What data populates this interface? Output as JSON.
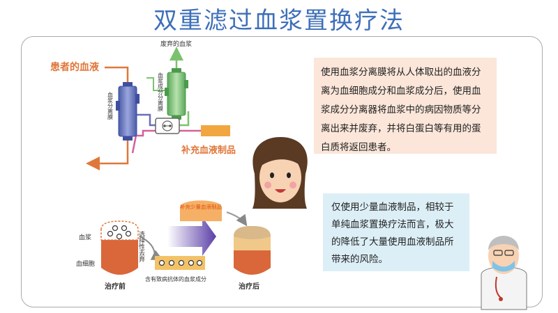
{
  "title": "双重滤过血浆置换疗法",
  "diagram": {
    "patient_blood": "患者的血液",
    "waste_plasma": "废弃的血浆",
    "membrane1": "血浆分离膜",
    "membrane2": "血浆成分分离膜",
    "supplement": "补充血液制品",
    "supplement_small": "补充少量血液制品",
    "plasma_label": "血浆",
    "blood_cell_label": "血细胞",
    "selective_discard": "选择性去弃",
    "antibody_label": "含有致病抗体的血浆成分",
    "before": "治疗前",
    "after": "治疗后"
  },
  "box1_text": "使用血浆分离膜将从人体取出的血液分离为血细胞成分和血浆成分后，使用血浆成分分离器将血浆中的病因物质等分离出来并废弃，并将白蛋白等有用的蛋白质将返回患者。",
  "box2_text": "仅使用少量血液制品，相较于单纯血浆置换疗法而言，极大的降低了大量使用血液制品所带来的风险。",
  "colors": {
    "orange": "#e0773a",
    "green": "#7bc26f",
    "purple": "#6b6fb6",
    "pink": "#d2619c",
    "title_blue": "#3d6fb8"
  }
}
